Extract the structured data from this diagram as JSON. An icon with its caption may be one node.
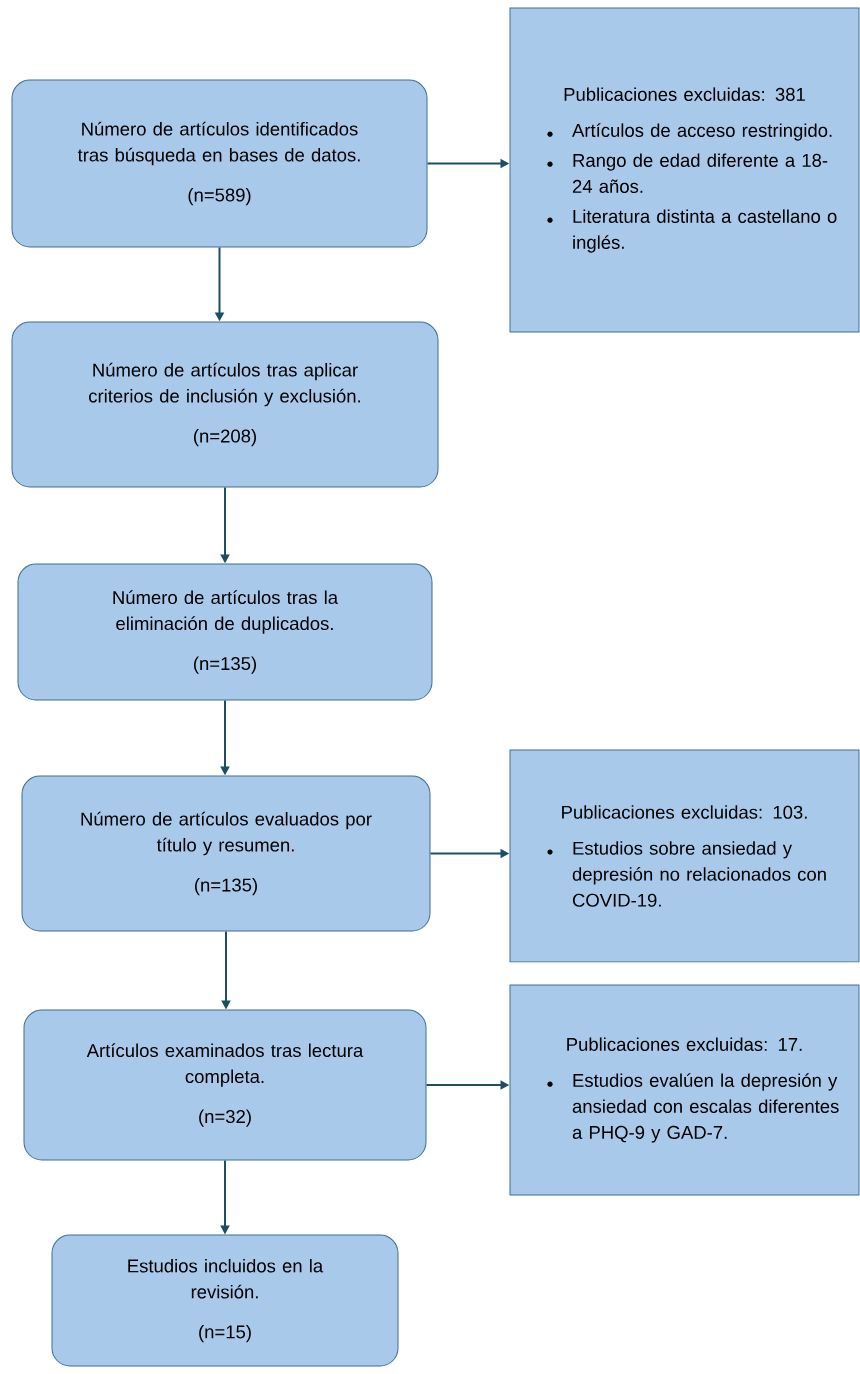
{
  "diagram": {
    "nodes": [
      {
        "text": [
          "Número de artículos identificados tras búsqueda en bases de datos.",
          "(n=589)"
        ]
      },
      {
        "text": [
          "Publicaciones excluidas: 381",
          "Artículos de acceso restringido.",
          "Rango de edad diferente a 18-24 años.",
          "Literatura distinta a castellano o inglés."
        ]
      },
      {
        "text": [
          "Número de artículos tras aplicar criterios de inclusión y exclusión.",
          "(n=208)"
        ]
      },
      {
        "text": [
          "Número de artículos tras la eliminación de duplicados.",
          "(n=135)"
        ]
      },
      {
        "text": [
          "Número de artículos evaluados por título y resumen.",
          "(n=135)"
        ]
      },
      {
        "text": [
          "Publicaciones excluidas: 103.",
          "Estudios sobre ansiedad y depresión no relacionados con COVID-19."
        ]
      },
      {
        "text": [
          "Artículos examinados tras lectura completa.",
          "(n=32)"
        ]
      },
      {
        "text": [
          "Publicaciones excluidas: 17.",
          "Estudios evalúen la depresión y ansiedad con escalas diferentes a PHQ-9 y GAD-7."
        ]
      },
      {
        "text": [
          "Estudios incluidos en la revisión.",
          "(n=15)"
        ]
      }
    ],
    "edges": [
      {
        "from": 0,
        "to": 1,
        "arrow": "to"
      },
      {
        "from": 0,
        "to": 2,
        "arrow": "to"
      },
      {
        "from": 2,
        "to": 3,
        "arrow": "to"
      },
      {
        "from": 3,
        "to": 4,
        "arrow": "to"
      },
      {
        "from": 4,
        "to": 5,
        "arrow": "to"
      },
      {
        "from": 4,
        "to": 6,
        "arrow": "to"
      },
      {
        "from": 6,
        "to": 7,
        "arrow": "to"
      },
      {
        "from": 6,
        "to": 8,
        "arrow": "to"
      }
    ]
  }
}
